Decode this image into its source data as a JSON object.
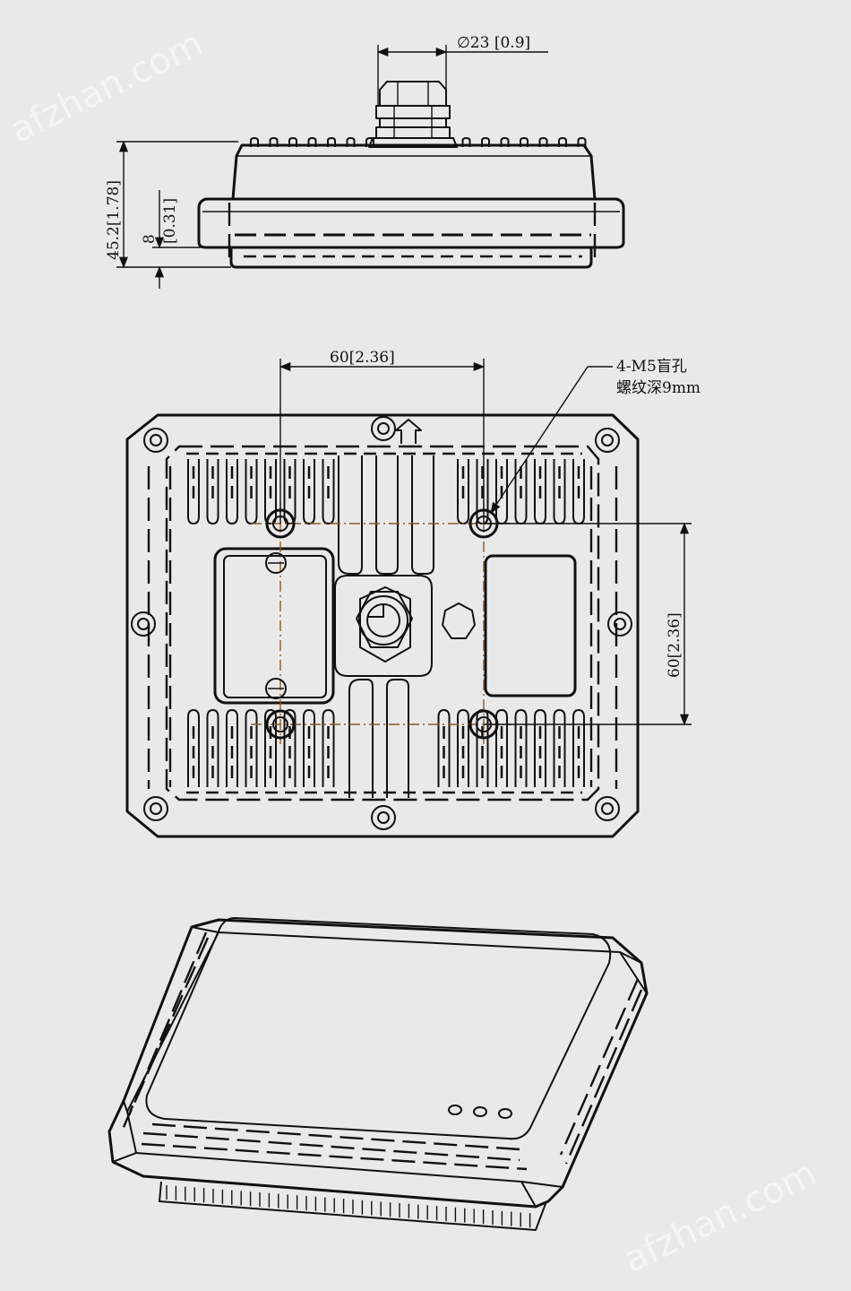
{
  "dimensions": {
    "cable_gland_diameter": "∅23 [0.9]",
    "total_height": "45.2[1.78]",
    "base_height_value": "8",
    "base_height_inch": "[0.31]",
    "hole_spacing_horizontal": "60[2.36]",
    "hole_spacing_vertical": "60[2.36]"
  },
  "notes": {
    "hole_spec_line1": "4-M5盲孔",
    "hole_spec_line2": "螺纹深9mm"
  },
  "watermarks": {
    "top": "afzhan.com",
    "bottom": "afzhan.com"
  },
  "colors": {
    "background": "#e9e9e9",
    "line": "#111111",
    "centerline": "#8b5a2b"
  }
}
